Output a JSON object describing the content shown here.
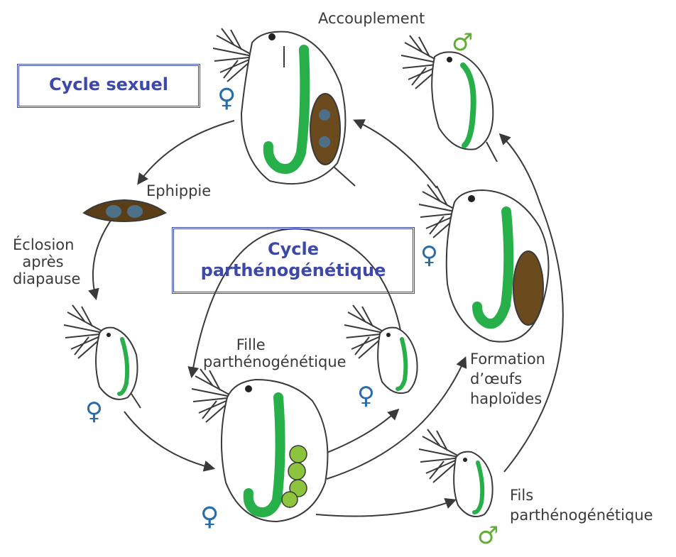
{
  "boxes": {
    "sexual_cycle": "Cycle sexuel",
    "parthenogenetic_cycle_line1": "Cycle",
    "parthenogenetic_cycle_line2": "parthénogénétique"
  },
  "labels": {
    "mating": "Accouplement",
    "ephippium": "Ephippie",
    "hatching": "Éclosion\n  après\ndiapause",
    "daughter": "       Fille\nparthénogénétique",
    "haploid_eggs": "Formation\nd’œufs\nhaploïdes",
    "son": "Fils\nparthénogénétique"
  },
  "symbols": {
    "female": "♀",
    "male": "♂"
  },
  "colors": {
    "female_symbol": "#2a6ca8",
    "male_symbol": "#5fae35",
    "gut": "#27b04a",
    "egg_sac": "#6b4a1e",
    "parthenogenetic_eggs": "#8cc43e",
    "box_border": "#3a47a8",
    "box_text": "#3d48a8",
    "outline": "#3a3a3a"
  }
}
